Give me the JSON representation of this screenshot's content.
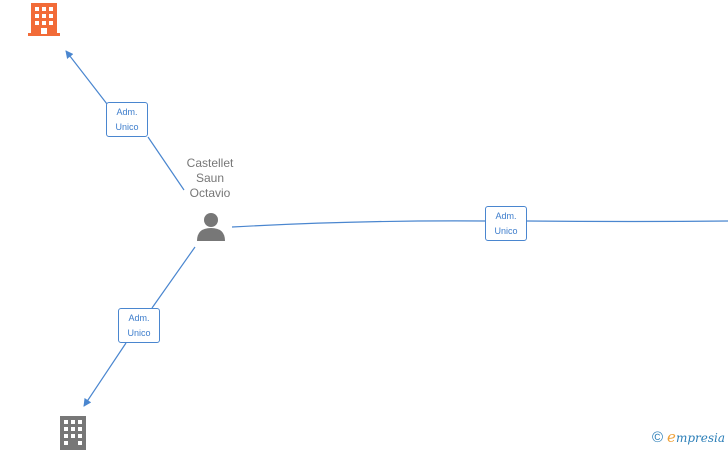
{
  "person": {
    "name_lines": [
      "Castellet",
      "Saun",
      "Octavio"
    ],
    "icon": "person-icon",
    "color": "#777777"
  },
  "companies": [
    {
      "id": "company-top",
      "icon": "building-icon",
      "color": "#f26b38"
    },
    {
      "id": "company-bottom",
      "icon": "building-icon",
      "color": "#777777"
    }
  ],
  "relations": [
    {
      "target": "company-top",
      "label_line1": "Adm.",
      "label_line2": "Unico"
    },
    {
      "target": "company-right-offscreen",
      "label_line1": "Adm.",
      "label_line2": "Unico"
    },
    {
      "target": "company-bottom",
      "label_line1": "Adm.",
      "label_line2": "Unico"
    }
  ],
  "edge_color": "#4a86cf",
  "footer": {
    "copyright_symbol": "©",
    "brand_first": "e",
    "brand_rest": "mpresia"
  }
}
